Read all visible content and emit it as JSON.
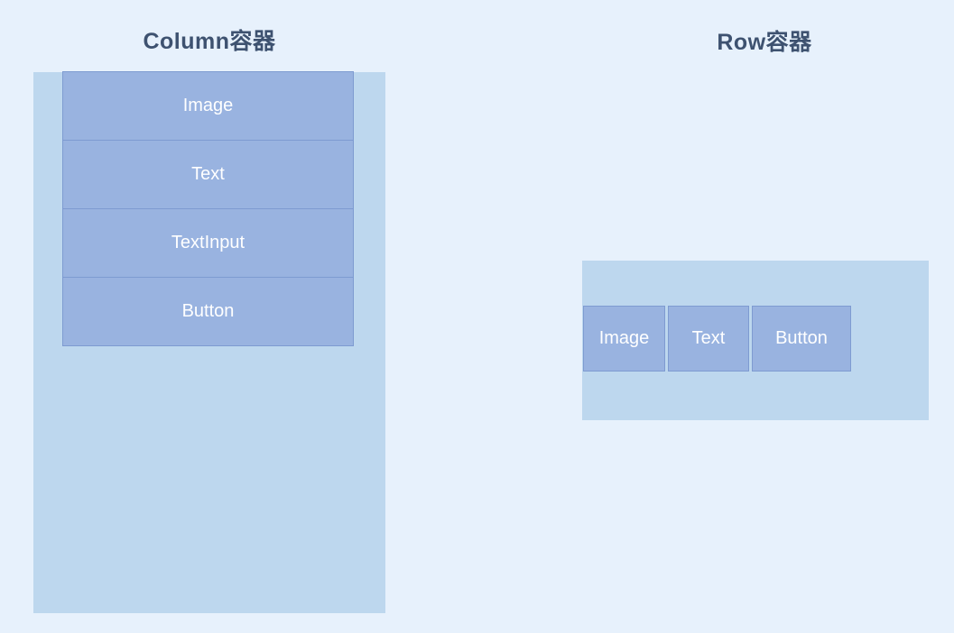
{
  "page": {
    "background_color": "#E7F1FC"
  },
  "colors": {
    "container_background": "#BDD7EE",
    "item_background": "#99B3E0",
    "item_border": "#7E9BD1",
    "title_text": "#3E5270",
    "item_text": "#FFFFFF"
  },
  "column_section": {
    "title": "Column容器",
    "items": [
      "Image",
      "Text",
      "TextInput",
      "Button"
    ]
  },
  "row_section": {
    "title": "Row容器",
    "items": [
      "Image",
      "Text",
      "Button"
    ]
  }
}
